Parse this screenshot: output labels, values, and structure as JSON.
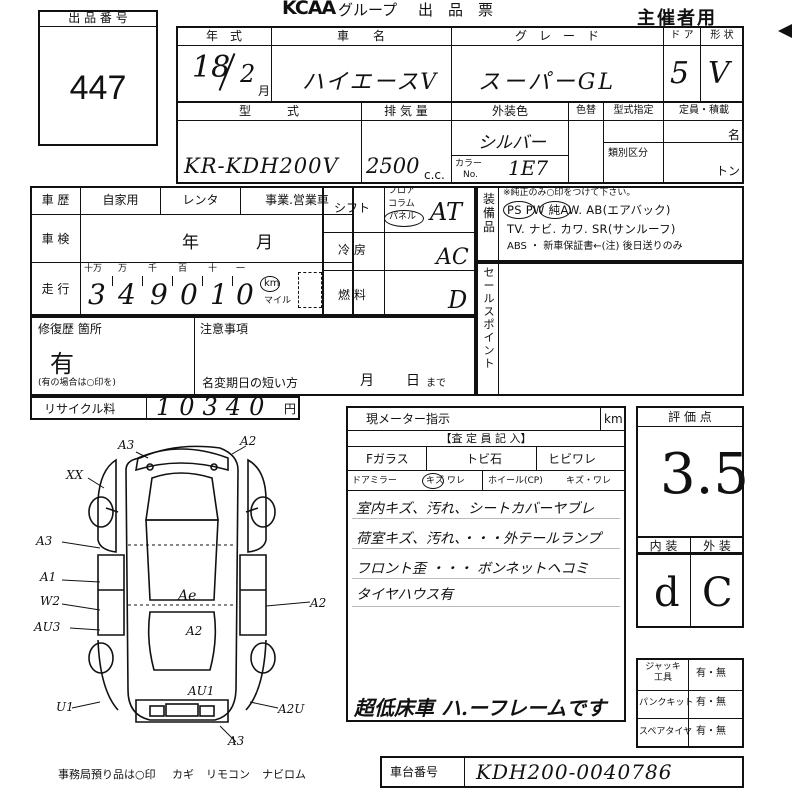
{
  "header": {
    "lot_label": "出 品 番 号",
    "lot_number": "447",
    "brand": "KCAA",
    "group": "グループ",
    "title": "出　品　票",
    "organizer": "主催者用"
  },
  "row1": {
    "year_header": "年　式",
    "name_header": "車　　名",
    "grade_header": "グ　レ　ー　ド",
    "doors_header": "ド ア",
    "shape_header": "形 状",
    "year_value": "18",
    "month_value": "2",
    "month_unit": "月",
    "name_value": "ハイエースV",
    "grade_value": "スーパーGL",
    "doors_value": "5",
    "shape_value": "V"
  },
  "row2": {
    "type_header": "型　　　式",
    "disp_header": "排 気 量",
    "color_header": "外装色",
    "colorchange_header": "色替",
    "typecert_header": "型式指定",
    "capacity_header": "定員・積載",
    "class_label": "類別区分",
    "persons_unit": "名",
    "ton_unit": "トン",
    "color_no_label": "カラー",
    "color_no_sub": "No.",
    "type_value": "KR-KDH200V",
    "disp_value": "2500",
    "cc_unit": "c.c.",
    "color_value": "シルバー",
    "color_no_value": "1E7"
  },
  "history": {
    "label": "車 歴",
    "private": "自家用",
    "rental": "レンタ",
    "business": "事業.営業車",
    "shaken_label": "車 検",
    "shaken_year": "年",
    "shaken_month": "月",
    "mileage_label": "走 行",
    "digit_labels": [
      "十万",
      "万",
      "千",
      "百",
      "十",
      "一"
    ],
    "digits": [
      "3",
      "4",
      "9",
      "0",
      "1",
      "0"
    ],
    "km_unit": "km",
    "mile_unit": "マイル"
  },
  "shift": {
    "shift_label": "シフト",
    "floor": "フロア",
    "column": "コラム",
    "panel": "パネル",
    "shift_value": "AT",
    "ac_label": "冷 房",
    "ac_value": "AC",
    "fuel_label": "燃 料",
    "fuel_value": "D"
  },
  "equipment": {
    "label": "装備品",
    "note": "※純正のみ○印をつけて下さい。",
    "line1": "PS PW 純AW. AB(エアバック)",
    "line2": "TV. ナビ. カワ. SR(サンルーフ)",
    "line3": "ABS ・ 新車保証書←(注) 後日送りのみ",
    "ps": "PS",
    "pw": "PW"
  },
  "sales_point": {
    "label": "セールスポイント"
  },
  "repair": {
    "label": "修復歴 箇所",
    "value": "有",
    "hint": "(有の場合は○印を)"
  },
  "notes": {
    "label": "注意事項",
    "deadline": "名変期日の短い方",
    "month": "月",
    "day": "日",
    "made": "まで"
  },
  "recycle": {
    "label": "リサイクル料",
    "value": "10340",
    "unit": "円"
  },
  "inspector": {
    "meter_label": "現メーター指示",
    "meter_unit": "km",
    "header": "【査 定 員 記 入】",
    "fglass": "Fガラス",
    "tobiishi": "トビ石",
    "hibiware": "ヒビワレ",
    "door_mirror": "ドアミラー",
    "kizu_ware": "キズ ワレ",
    "wheel": "ホイール(CP)",
    "kizu_ware2": "キズ・ワレ",
    "remarks": [
      "室内キズ、汚れ、シートカバーヤブレ",
      "荷室キズ、汚れ、・・・外テールランプ",
      "フロント歪 ・・・ ボンネットヘコミ",
      "タイヤハウス有"
    ],
    "special": "超低床車 ハ.ーフレームです"
  },
  "score": {
    "label": "評 価 点",
    "value": "3.5",
    "interior_label": "内 装",
    "exterior_label": "外 装",
    "interior": "d",
    "exterior": "C"
  },
  "tools": {
    "jack": "ジャッキ 工具",
    "puncture": "パンクキット",
    "spare": "スペアタイヤ",
    "yes_no": "有・無"
  },
  "bottom": {
    "office": "事務局預り品は○印",
    "key": "カギ",
    "remote": "リモコン",
    "navirom": "ナビロム",
    "chassis_label": "車台番号",
    "chassis_value": "KDH200-0040786"
  },
  "diagram_marks": {
    "a3_top": "A3",
    "a2_top": "A2",
    "xx": "XX",
    "a3_left": "A3",
    "a1_left": "A1",
    "w2": "W2",
    "au3": "AU3",
    "a2_right": "A2",
    "ae": "Ae",
    "a2_center": "A2",
    "au1": "AU1",
    "u1": "U1",
    "a2u": "A2U",
    "a3_bottom": "A3"
  }
}
